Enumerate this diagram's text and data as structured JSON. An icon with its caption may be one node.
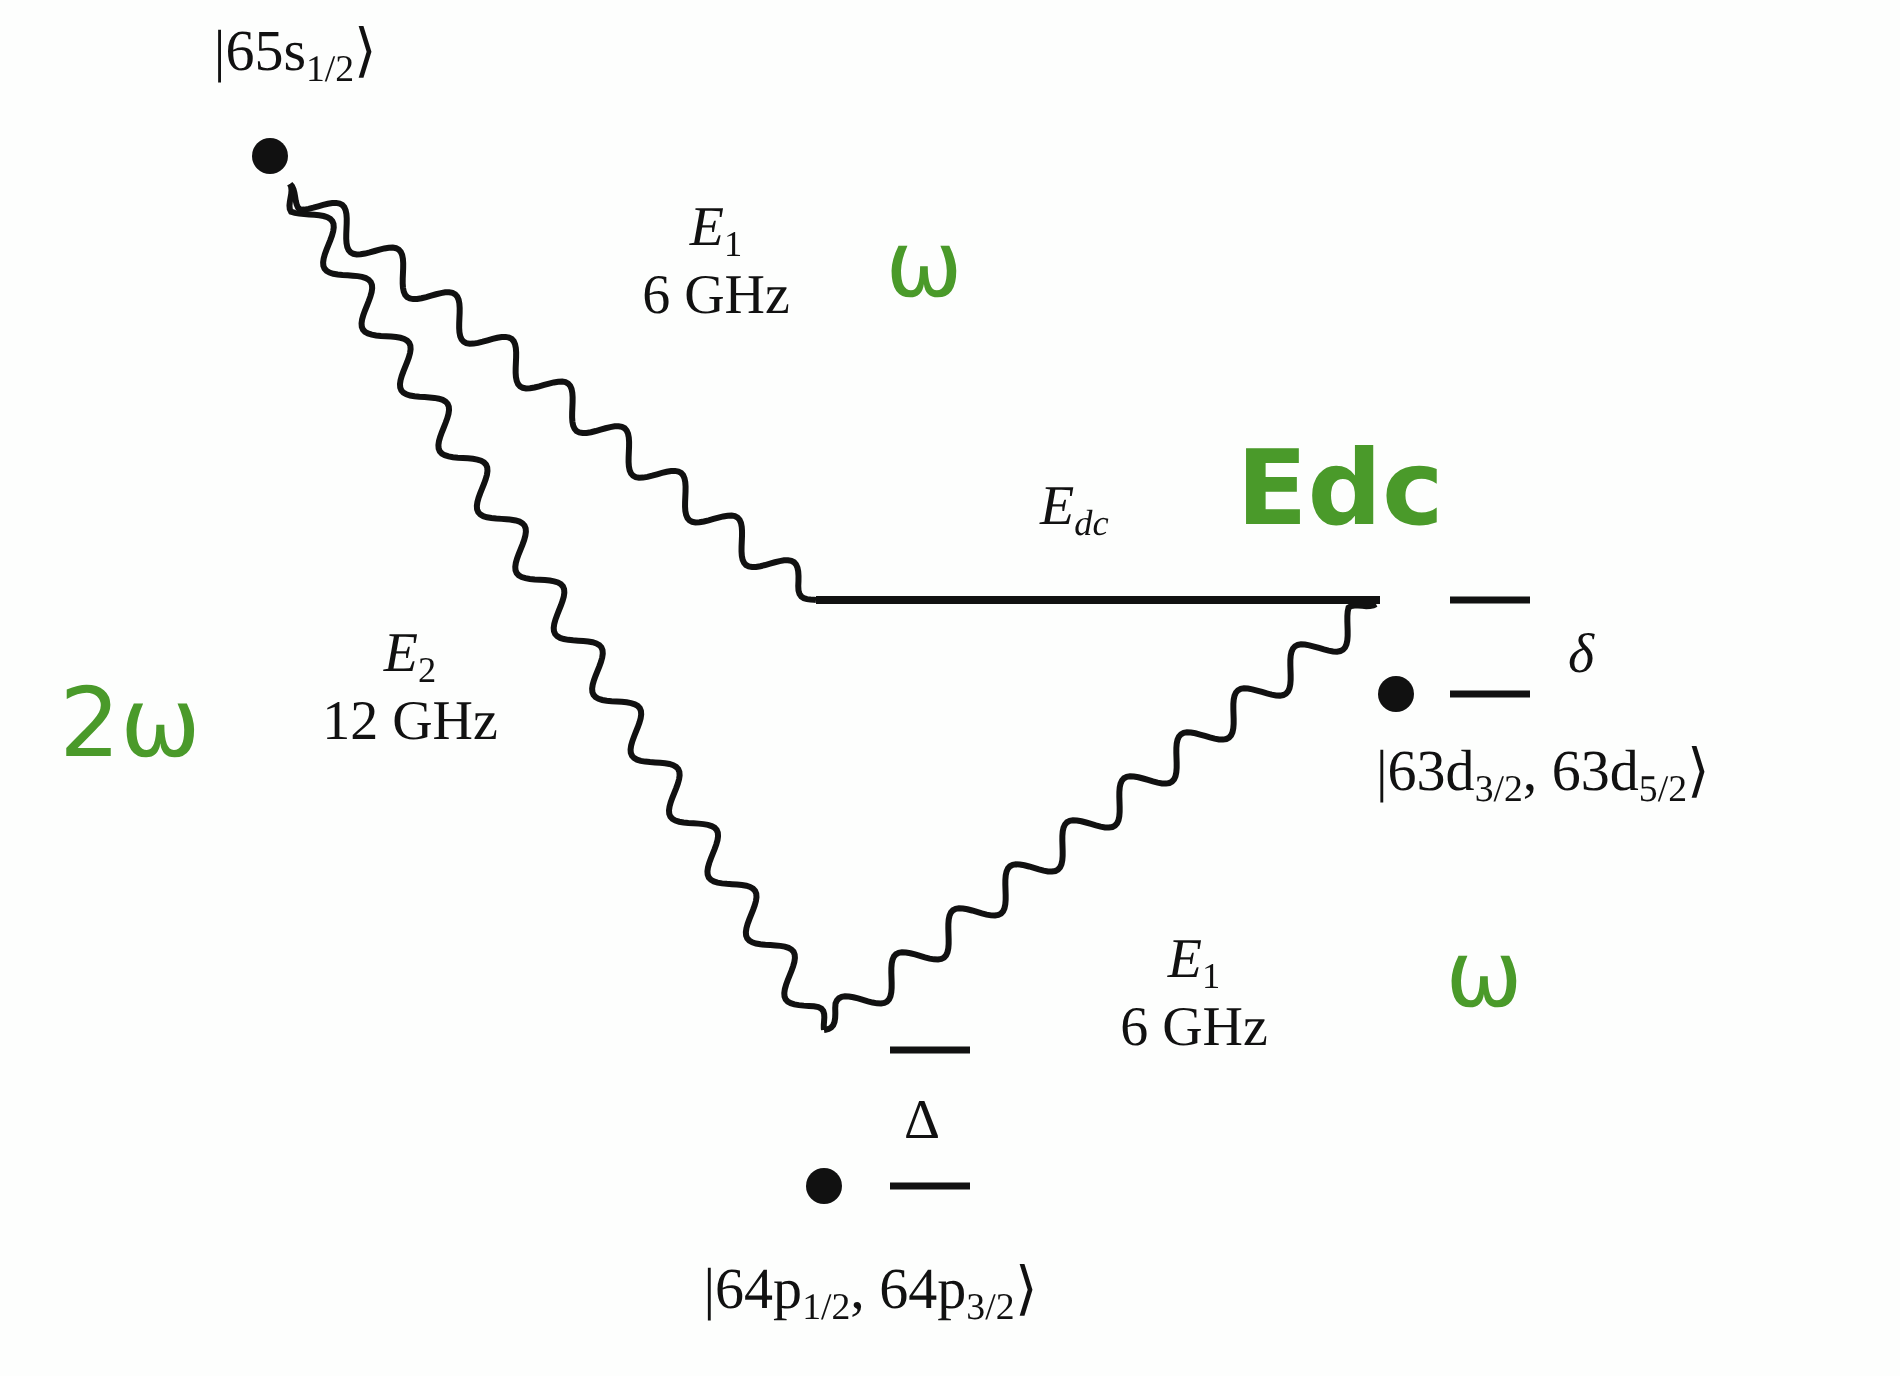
{
  "diagram": {
    "nodes": [
      {
        "text": [
          "|65s$_{1/2}$⟩"
        ]
      },
      {
        "text": [
          "δ",
          "|63d$_{3/2}$, 63d$_{5/2}$⟩"
        ]
      },
      {
        "text": [
          "Δ",
          "|64p$_{1/2}$, 64p$_{3/2}$⟩"
        ]
      },
      {
        "text": [],
        "shape": "bar",
        "beside": [
          "*E*$_{dc}$"
        ]
      }
    ],
    "edges": [
      {
        "from": 0,
        "to": 3,
        "arrow": "none",
        "label": "*E*$_{1}$ 6 GHz"
      },
      {
        "from": 0,
        "to": 2,
        "arrow": "none",
        "label": "*E*$_{2}$ 12 GHz"
      },
      {
        "from": 3,
        "to": 2,
        "arrow": "none",
        "label": "*E*$_{1}$ 6 GHz"
      }
    ],
    "labels": [
      "ω",
      "Edc",
      "2ω",
      "ω"
    ]
  }
}
